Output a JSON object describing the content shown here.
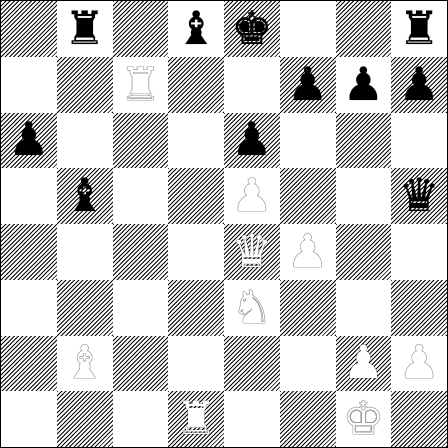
{
  "board": {
    "pieces": [
      {
        "square": "b8",
        "piece": "rook",
        "color": "black"
      },
      {
        "square": "d8",
        "piece": "bishop",
        "color": "black"
      },
      {
        "square": "e8",
        "piece": "king",
        "color": "black"
      },
      {
        "square": "h8",
        "piece": "rook",
        "color": "black"
      },
      {
        "square": "c7",
        "piece": "rook",
        "color": "white"
      },
      {
        "square": "f7",
        "piece": "pawn",
        "color": "black"
      },
      {
        "square": "g7",
        "piece": "pawn",
        "color": "black"
      },
      {
        "square": "h7",
        "piece": "pawn",
        "color": "black"
      },
      {
        "square": "a6",
        "piece": "pawn",
        "color": "black"
      },
      {
        "square": "e6",
        "piece": "pawn",
        "color": "black"
      },
      {
        "square": "b5",
        "piece": "bishop",
        "color": "black"
      },
      {
        "square": "e5",
        "piece": "pawn",
        "color": "white"
      },
      {
        "square": "h5",
        "piece": "queen",
        "color": "black"
      },
      {
        "square": "e4",
        "piece": "queen",
        "color": "white"
      },
      {
        "square": "f4",
        "piece": "pawn",
        "color": "white"
      },
      {
        "square": "e3",
        "piece": "knight",
        "color": "white"
      },
      {
        "square": "b2",
        "piece": "bishop",
        "color": "white"
      },
      {
        "square": "g2",
        "piece": "pawn",
        "color": "white"
      },
      {
        "square": "h2",
        "piece": "pawn",
        "color": "white"
      },
      {
        "square": "d1",
        "piece": "rook",
        "color": "white"
      },
      {
        "square": "g1",
        "piece": "king",
        "color": "white"
      }
    ]
  }
}
